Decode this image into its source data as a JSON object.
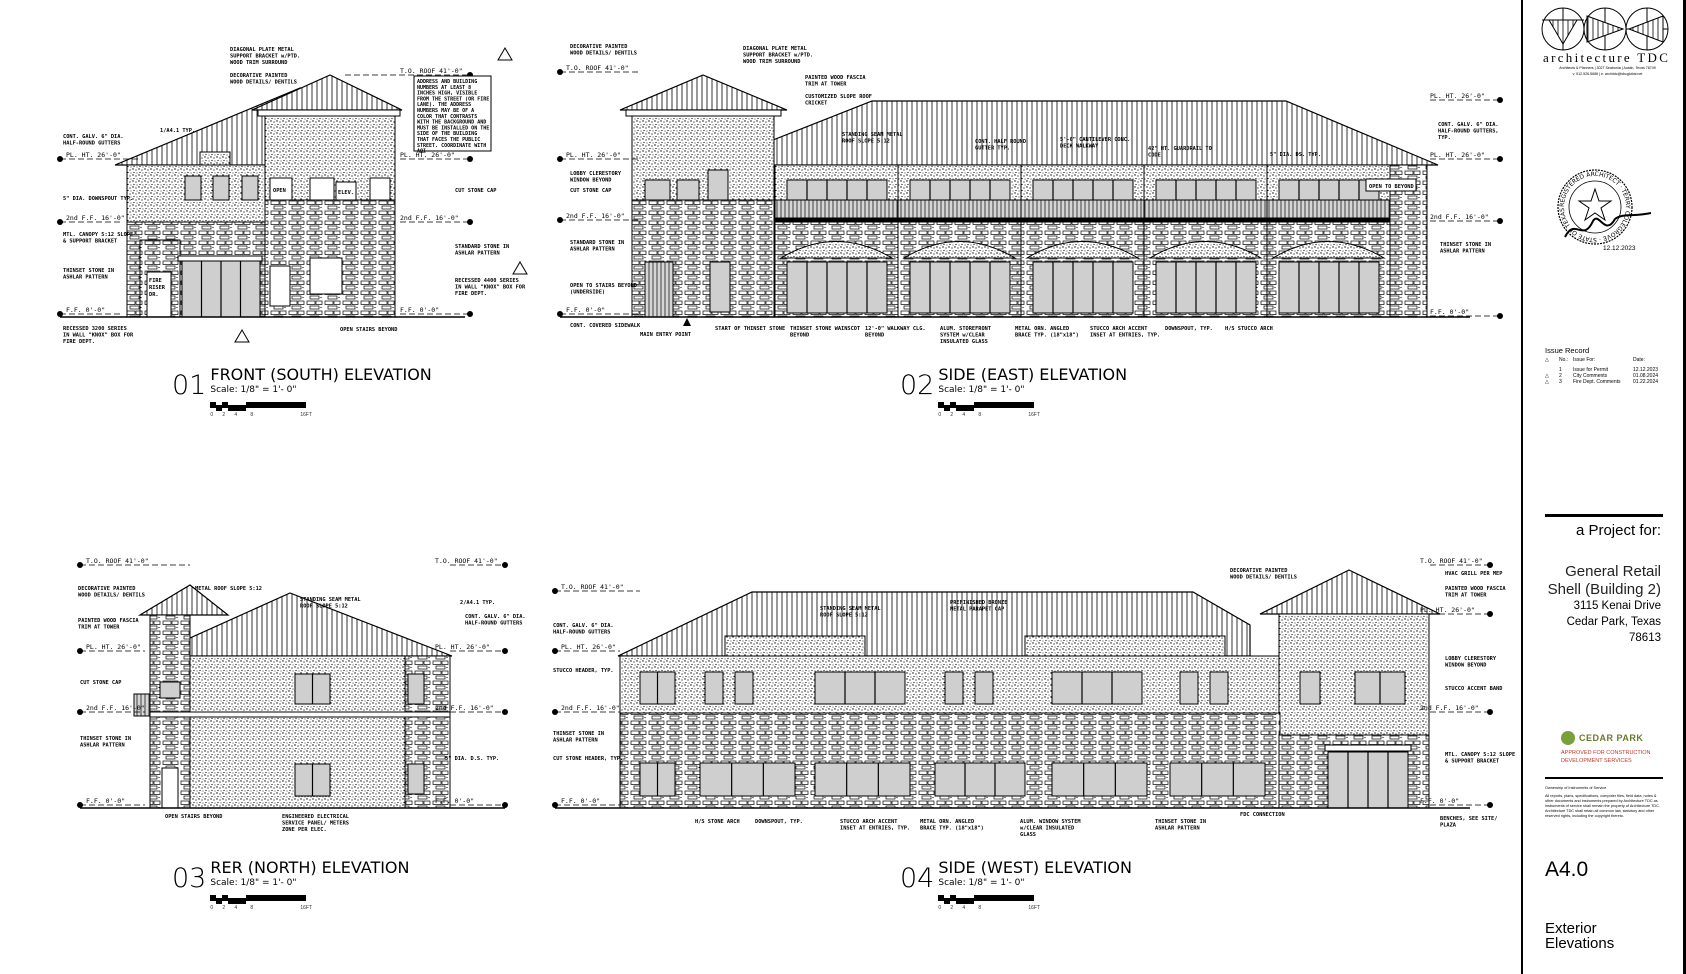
{
  "elevations": [
    {
      "number": "01",
      "title": "FRONT (SOUTH) ELEVATION",
      "scale": "Scale: 1/8\" = 1'- 0\"",
      "scale_ticks": [
        "0",
        "2",
        "4",
        "8",
        "16FT"
      ],
      "levels": [
        "T.O. ROOF 41'-0\"",
        "PL. HT. 26'-0\"",
        "2nd F.F. 16'-0\"",
        "F.F. 0'-0\""
      ],
      "callouts": [
        "DIAGONAL PLATE METAL SUPPORT BRACKET w/PTD. WOOD TRIM SURROUND",
        "DECORATIVE PAINTED WOOD DETAILS/ DENTILS",
        "ADDRESS AND BUILDING NUMBERS AT LEAST 8 INCHES HIGH, VISIBLE FROM THE STREET (OR FIRE LANE). THE ADDRESS NUMBERS MAY BE OF A COLOR THAT CONTRASTS WITH THE BACKGROUND AND MUST BE INSTALLED ON THE SIDE OF THE BUILDING THAT FACES THE PUBLIC STREET. COORDINATE WITH AOI",
        "CONT. GALV. 6\" DIA. HALF-ROUND GUTTERS",
        "5\" DIA. DOWNSPOUT TYP.",
        "MTL. CANOPY 5:12 SLOPE & SUPPORT BRACKET",
        "THINSET STONE IN ASHLAR PATTERN",
        "RECESSED 3200 SERIES IN WALL \"KNOX\" BOX FOR FIRE DEPT.",
        "CUT STONE CAP",
        "STANDARD STONE IN ASHLAR PATTERN",
        "RECESSED 4400 SERIES IN WALL \"KNOX\" BOX FOR FIRE DEPT.",
        "OPEN STAIRS BEYOND",
        "1/A4.1 TYP.",
        "OPEN",
        "ELEV.",
        "FIRE RISER DR."
      ]
    },
    {
      "number": "02",
      "title": "SIDE (EAST) ELEVATION",
      "scale": "Scale: 1/8\" = 1'- 0\"",
      "scale_ticks": [
        "0",
        "2",
        "4",
        "8",
        "16FT"
      ],
      "levels": [
        "T.O. ROOF 41'-0\"",
        "PL. HT. 26'-0\"",
        "2nd F.F. 16'-0\"",
        "F.F. 0'-0\""
      ],
      "callouts": [
        "DECORATIVE PAINTED WOOD DETAILS/ DENTILS",
        "DIAGONAL PLATE METAL SUPPORT BRACKET w/PTD. WOOD TRIM SURROUND",
        "PAINTED WOOD FASCIA TRIM AT TOWER",
        "CUSTOMIZED SLOPE ROOF CRICKET",
        "STANDING SEAM METAL ROOF SLOPE 5:12",
        "CONT. HALF ROUND GUTTER TYP.",
        "5'-0\" CANTILEVER CONC. DECK WALKWAY",
        "42\" HT. GUARDRAIL TO CODE",
        "5\" DIA. DS. TYP.",
        "CONT. GALV. 6\" DIA. HALF-ROUND GUTTERS, TYP.",
        "LOBBY CLERESTORY WINDOW BEYOND",
        "CUT STONE CAP",
        "STANDARD STONE IN ASHLAR PATTERN",
        "OPEN TO STAIRS BEYOND (UNDERSIDE)",
        "CONT. COVERED SIDEWALK",
        "MAIN ENTRY POINT",
        "START OF THINSET STONE",
        "THINSET STONE WAINSCOT BEYOND",
        "12'-0\" WALKWAY CLG. BEYOND",
        "ALUM. STOREFRONT SYSTEM w/CLEAR INSULATED GLASS",
        "METAL ORN. ANGLED BRACE TYP. (18\"x18\")",
        "STUCCO ARCH ACCENT INSET AT ENTRIES, TYP.",
        "DOWNSPOUT, TYP.",
        "H/S STUCCO ARCH",
        "THINSET STONE IN ASHLAR PATTERN",
        "OPEN TO BEYOND"
      ]
    },
    {
      "number": "03",
      "title": "RER (NORTH) ELEVATION",
      "scale": "Scale: 1/8\" = 1'- 0\"",
      "scale_ticks": [
        "0",
        "2",
        "4",
        "8",
        "16FT"
      ],
      "levels": [
        "T.O. ROOF 41'-0\"",
        "PL. HT. 26'-0\"",
        "2nd F.F. 16'-0\"",
        "F.F. 0'-0\""
      ],
      "callouts": [
        "DECORATIVE PAINTED WOOD DETAILS/ DENTILS",
        "PAINTED WOOD FASCIA TRIM AT TOWER",
        "METAL ROOF SLOPE 5:12",
        "STANDING SEAM METAL ROOF SLOPE 5:12",
        "2/A4.1 TYP.",
        "CONT. GALV. 6\" DIA. HALF-ROUND GUTTERS",
        "CUT STONE CAP",
        "THINSET STONE IN ASHLAR PATTERN",
        "5\" DIA. D.S. TYP.",
        "OPEN STAIRS BEYOND",
        "ENGINEERED ELECTRICAL SERVICE PANEL/ METERS ZONE PER ELEC."
      ]
    },
    {
      "number": "04",
      "title": "SIDE (WEST) ELEVATION",
      "scale": "Scale: 1/8\" = 1'- 0\"",
      "scale_ticks": [
        "0",
        "2",
        "4",
        "8",
        "16FT"
      ],
      "levels": [
        "T.O. ROOF 41'-0\"",
        "PL. HT. 26'-0\"",
        "2nd F.F. 16'-0\"",
        "F.F. 0'-0\""
      ],
      "callouts": [
        "CONT. GALV. 6\" DIA. HALF-ROUND GUTTERS",
        "STUCCO HEADER, TYP.",
        "THINSET STONE IN ASHLAR PATTERN",
        "CUT STONE HEADER, TYP.",
        "STANDING SEAM METAL ROOF SLOPE 5:12",
        "PREFINISHED BRONZE METAL PARAPET CAP",
        "DECORATIVE PAINTED WOOD DETAILS/ DENTILS",
        "HVAC GRILL PER MEP",
        "PAINTED WOOD FASCIA TRIM AT TOWER",
        "LOBBY CLERESTORY WINDOW BEYOND",
        "STUCCO ACCENT BAND",
        "MTL. CANOPY 5:12 SLOPE & SUPPORT BRACKET",
        "H/S STONE ARCH",
        "DOWNSPOUT, TYP.",
        "STUCCO ARCH ACCENT INSET AT ENTRIES, TYP.",
        "METAL ORN. ANGLED BRACE TYP. (18\"x18\")",
        "ALUM. WINDOW SYSTEM w/CLEAR INSULATED GLASS",
        "THINSET STONE IN ASHLAR PATTERN",
        "FDC CONNECTION",
        "BENCHES, SEE SITE/ PLAZA"
      ]
    }
  ],
  "title_block": {
    "firm_name": "architecture TDC",
    "firm_line1": "Architects & Planners | 3027 Seabonia | Austin, Texas 78749",
    "firm_line2": "v. 512.526.5686 | e. architdc@sbcglobal.net",
    "seal_text": "REGISTERED ARCHITECT · TERRY COLEGROVE · STATE OF TEXAS",
    "seal_date": "12.12.2023",
    "issue_record": {
      "heading": "Issue Record",
      "columns": [
        "No.:",
        "Issue For:",
        "Date:"
      ],
      "rows": [
        {
          "no": "1",
          "issue": "Issue for Permit",
          "date": "12.12.2023"
        },
        {
          "no": "2",
          "issue": "City Comments",
          "date": "01.08.2024"
        },
        {
          "no": "3",
          "issue": "Fire Dept. Comments",
          "date": "01.22.2024"
        }
      ]
    },
    "project_for": "a Project for:",
    "project_name_1": "General Retail",
    "project_name_2": "Shell (Building 2)",
    "address_1": "3115 Kenai Drive",
    "address_2": "Cedar Park, Texas",
    "address_3": "78613",
    "approval_logo": "CEDAR PARK",
    "approval_line1": "APPROVED FOR CONSTRUCTION",
    "approval_line2": "DEVELOPMENT SERVICES",
    "ownership_heading": "Ownership of Instruments of Service",
    "ownership_text": "All reports, plans, specifications, computer files, field data, notes & other documents and instruments prepared by Architecture TDC as instruments of service shall remain the property of Architecture TDC. Architecture TDC shall retain all common law, statutory and other reserved rights, including the copyright thereto.",
    "sheet_number": "A4.0",
    "sheet_title_1": "Exterior",
    "sheet_title_2": "Elevations",
    "colors": {
      "approval_green": "#7aa03a",
      "approval_red": "#c0392b",
      "glass": "#cfcfcf"
    }
  }
}
